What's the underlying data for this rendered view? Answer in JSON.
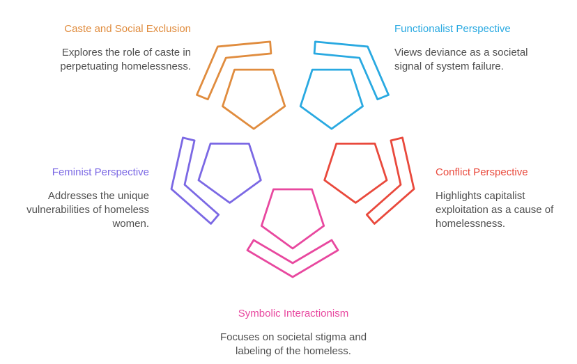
{
  "diagram": {
    "type": "pentagon-ribbon-cycle-infographic",
    "background": "#FFFFFF",
    "text_color": "#4F4F4F",
    "items": [
      {
        "id": "caste-and-social-exclusion",
        "label": "Caste and Social Exclusion",
        "description": "Explores the role of caste in\nperpetuating homelessness.",
        "color": "#E08C3E",
        "position": "top-left",
        "icon": "pentagon-ribbon-icon"
      },
      {
        "id": "functionalist-perspective",
        "label": "Functionalist Perspective",
        "description": "Views deviance as a societal\nsignal of system failure.",
        "color": "#29A9E1",
        "position": "top-right",
        "icon": "pentagon-ribbon-icon"
      },
      {
        "id": "feminist-perspective",
        "label": "Feminist Perspective",
        "description": "Addresses the unique\nvulnerabilities of homeless\nwomen.",
        "color": "#7B68E4",
        "position": "left",
        "icon": "pentagon-ribbon-icon"
      },
      {
        "id": "conflict-perspective",
        "label": "Conflict Perspective",
        "description": "Highlights capitalist\nexploitation as a cause of\nhomelessness.",
        "color": "#E9493C",
        "position": "right",
        "icon": "pentagon-ribbon-icon"
      },
      {
        "id": "symbolic-interactionism",
        "label": "Symbolic Interactionism",
        "description": "Focuses on societal stigma and\nlabeling of the homeless.",
        "color": "#E8489F",
        "position": "bottom",
        "icon": "pentagon-ribbon-icon"
      }
    ]
  }
}
